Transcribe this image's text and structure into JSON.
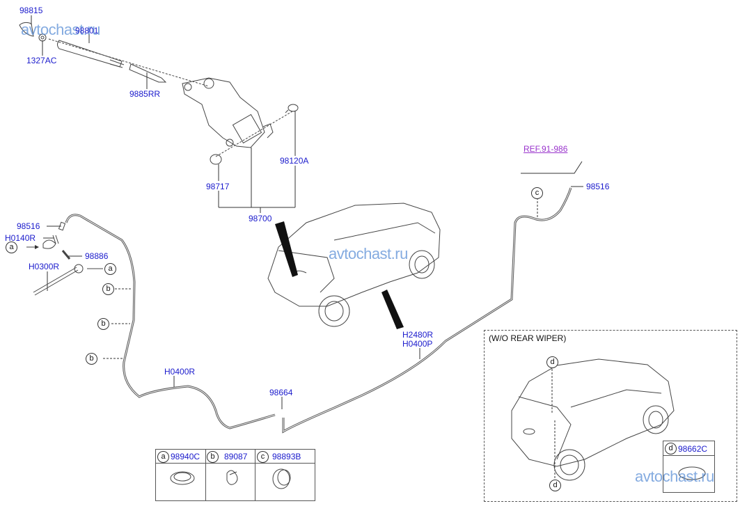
{
  "diagram": {
    "title_box": "(W/O REAR WIPER)",
    "reference": "REF.91-986",
    "watermark": "avtochast.ru",
    "parts": {
      "p98815": "98815",
      "p98801": "98801",
      "p1327AC": "1327AC",
      "p9885RR": "9885RR",
      "p98120A": "98120A",
      "p98717": "98717",
      "p98700": "98700",
      "p98516_left": "98516",
      "pH0140R": "H0140R",
      "p98886": "98886",
      "pH0300R": "H0300R",
      "pH0400R": "H0400R",
      "p98664": "98664",
      "pH2480R": "H2480R",
      "pH0400P": "H0400P",
      "p98516_right": "98516"
    },
    "markers": {
      "a": "a",
      "b": "b",
      "c": "c",
      "d": "d"
    },
    "legend_table": [
      {
        "marker": "a",
        "part": "98940C"
      },
      {
        "marker": "b",
        "part": "89087"
      },
      {
        "marker": "c",
        "part": "98893B"
      }
    ],
    "legend_d": {
      "marker": "d",
      "part": "98662C"
    }
  }
}
